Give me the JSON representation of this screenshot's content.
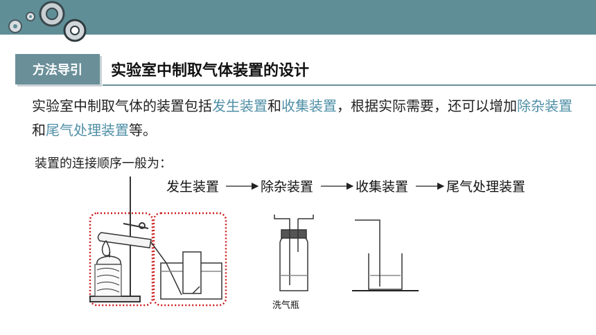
{
  "header": {
    "badge": "方法导引",
    "title": "实验室中制取气体装置的设计"
  },
  "paragraph": {
    "p1": "实验室中制取气体的装置包括",
    "h1": "发生装置",
    "p2": "和",
    "h2": "收集装置",
    "p3": "，根据实际需要，还可以增加",
    "h3": "除杂装置",
    "p4": "和",
    "h4": "尾气处理装置",
    "p5": "等。"
  },
  "sequence": {
    "label": "装置的连接顺序一般为：",
    "steps": [
      "发生装置",
      "除杂装置",
      "收集装置",
      "尾气处理装置"
    ]
  },
  "figure": {
    "wash_bottle_caption": "洗气瓶"
  },
  "colors": {
    "topbar": "#5f8e97",
    "highlight": "#4f8fa6",
    "dotted_frame": "#cc1a1a"
  }
}
